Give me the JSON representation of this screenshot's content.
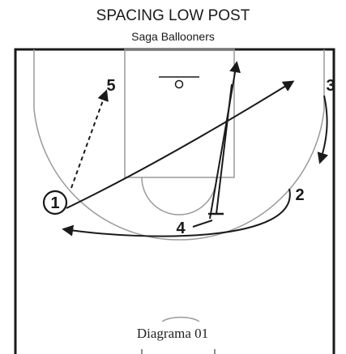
{
  "diagram": {
    "title": "SPACING LOW POST",
    "subtitle": "Saga Ballooners",
    "caption": "Diagrama 01",
    "player_labels": {
      "p1": "1",
      "p2": "2",
      "p3": "3",
      "p4": "4",
      "p5": "5"
    },
    "colors": {
      "lines": "#1a1a1a",
      "court_lines": "#9a9a9a",
      "background": "#ffffff"
    }
  }
}
